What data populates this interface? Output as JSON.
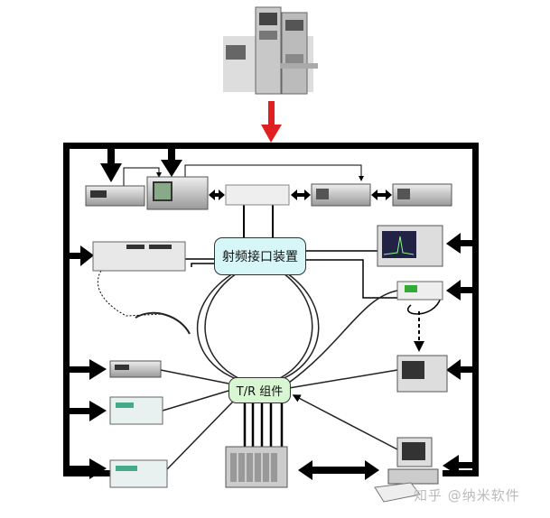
{
  "diagram": {
    "rf_interface_label": "射频接口装置",
    "tr_module_label": "T/R 组件",
    "watermark": "知乎 @纳米软件",
    "colors": {
      "bus": "#000000",
      "input_arrow": "#e02020",
      "rf_box": "#d6f6f8",
      "tr_box": "#d8f6d2"
    }
  }
}
